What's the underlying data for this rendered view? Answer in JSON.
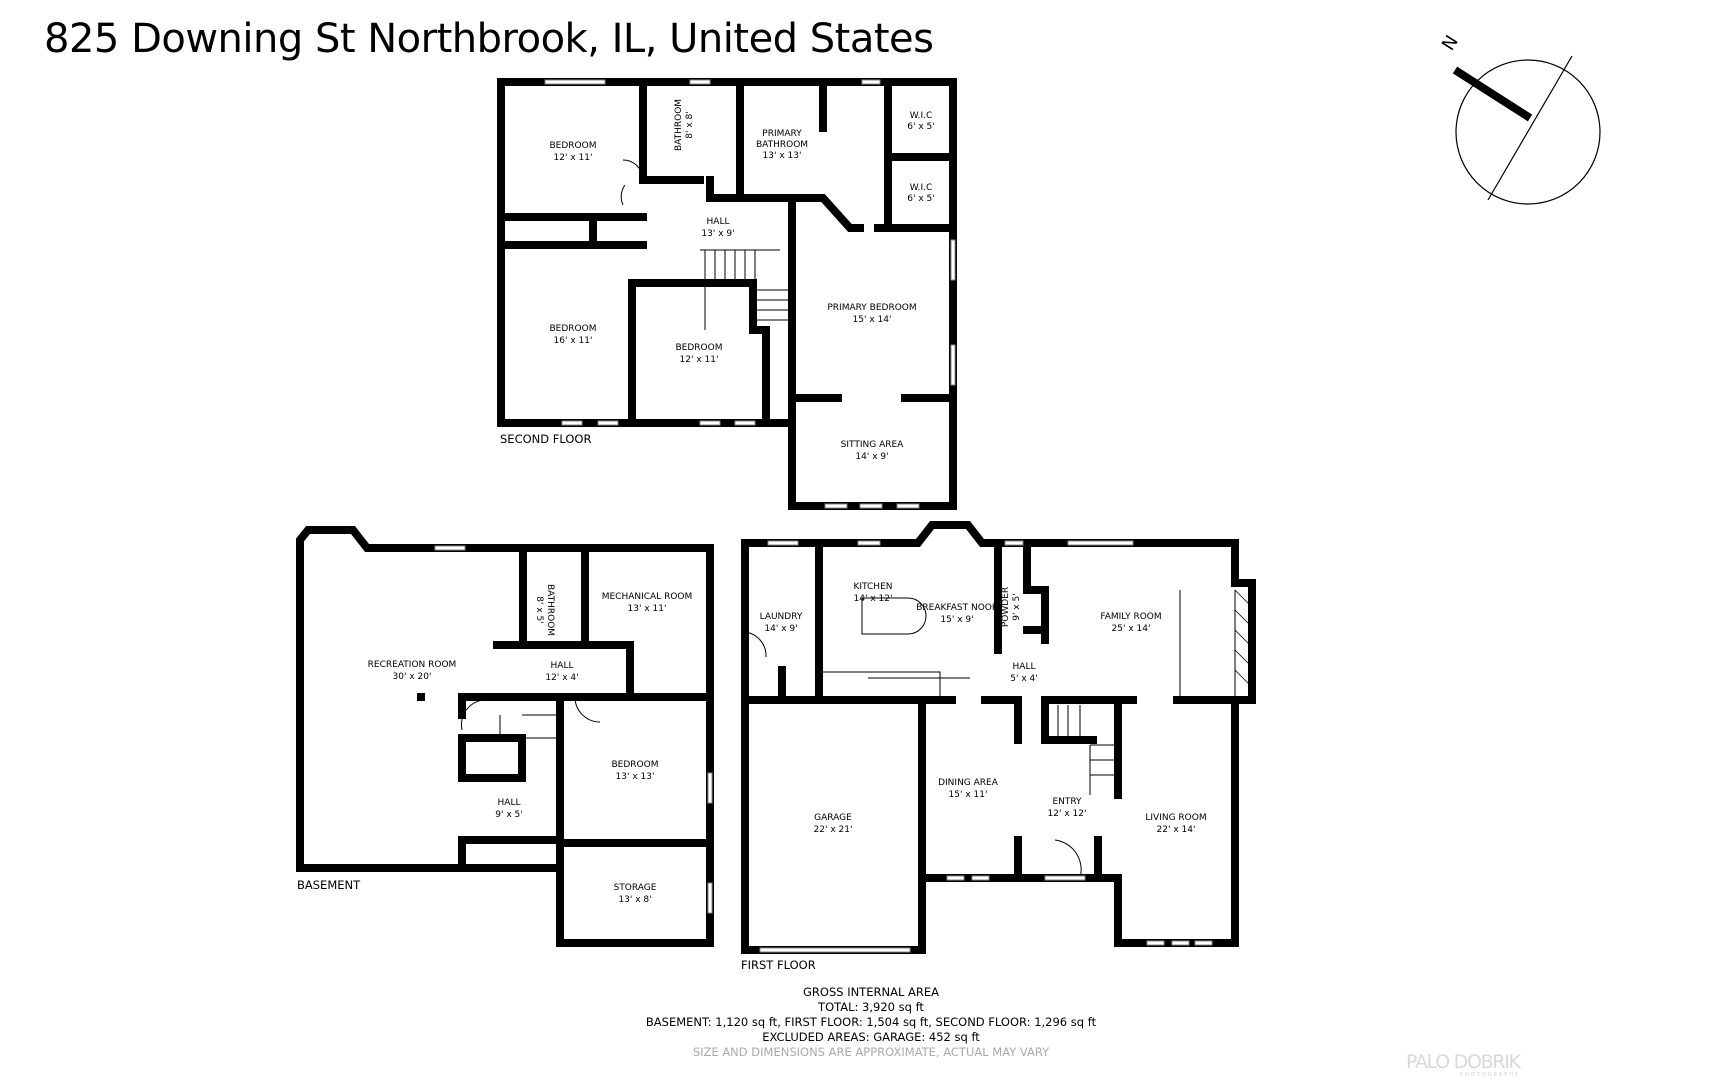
{
  "title": "825 Downing St Northbrook, IL, United States",
  "compass": {
    "label": "N",
    "icon": "compass-north-icon"
  },
  "second_floor": {
    "label": "SECOND FLOOR",
    "rooms": [
      {
        "name": "BEDROOM",
        "dims": "12' x 11'"
      },
      {
        "name": "BATHROOM",
        "dims": "8' x 8'"
      },
      {
        "name": "PRIMARY",
        "name2": "BATHROOM",
        "dims": "13' x 13'"
      },
      {
        "name": "W.I.C",
        "dims": "6' x 5'"
      },
      {
        "name": "W.I.C",
        "dims": "6' x 5'"
      },
      {
        "name": "HALL",
        "dims": "13' x 9'"
      },
      {
        "name": "BEDROOM",
        "dims": "16' x 11'"
      },
      {
        "name": "BEDROOM",
        "dims": "12' x 11'"
      },
      {
        "name": "PRIMARY BEDROOM",
        "dims": "15' x 14'"
      },
      {
        "name": "SITTING AREA",
        "dims": "14' x 9'"
      }
    ]
  },
  "basement": {
    "label": "BASEMENT",
    "rooms": [
      {
        "name": "RECREATION ROOM",
        "dims": "30' x 20'"
      },
      {
        "name": "BATHROOM",
        "dims": "8' x 5'"
      },
      {
        "name": "MECHANICAL ROOM",
        "dims": "13' x 11'"
      },
      {
        "name": "HALL",
        "dims": "12' x 4'"
      },
      {
        "name": "BEDROOM",
        "dims": "13' x 13'"
      },
      {
        "name": "HALL",
        "dims": "9' x 5'"
      },
      {
        "name": "STORAGE",
        "dims": "13' x 8'"
      }
    ]
  },
  "first_floor": {
    "label": "FIRST FLOOR",
    "rooms": [
      {
        "name": "LAUNDRY",
        "dims": "14' x 9'"
      },
      {
        "name": "KITCHEN",
        "dims": "14' x 12'"
      },
      {
        "name": "BREAKFAST NOOK",
        "dims": "15' x 9'"
      },
      {
        "name": "POWDER",
        "dims": "9' x 5'"
      },
      {
        "name": "FAMILY ROOM",
        "dims": "25' x 14'"
      },
      {
        "name": "HALL",
        "dims": "5' x 4'"
      },
      {
        "name": "DINING AREA",
        "dims": "15' x 11'"
      },
      {
        "name": "ENTRY",
        "dims": "12' x 12'"
      },
      {
        "name": "GARAGE",
        "dims": "22' x 21'"
      },
      {
        "name": "LIVING ROOM",
        "dims": "22' x 14'"
      }
    ]
  },
  "area_summary": {
    "heading": "GROSS INTERNAL AREA",
    "total": "TOTAL: 3,920 sq ft",
    "breakdown": "BASEMENT: 1,120 sq ft, FIRST FLOOR: 1,504 sq ft, SECOND FLOOR: 1,296 sq ft",
    "excluded": "EXCLUDED AREAS: GARAGE: 452 sq ft",
    "disclaimer": "SIZE AND DIMENSIONS ARE APPROXIMATE, ACTUAL MAY VARY"
  },
  "logo": {
    "text": "PALO DOBRIK",
    "subtext": "PHOTOGRAPHY"
  },
  "colors": {
    "walls": "#000000",
    "disclaimer": "#aaaaaa",
    "logo": "#d9d9d9"
  }
}
